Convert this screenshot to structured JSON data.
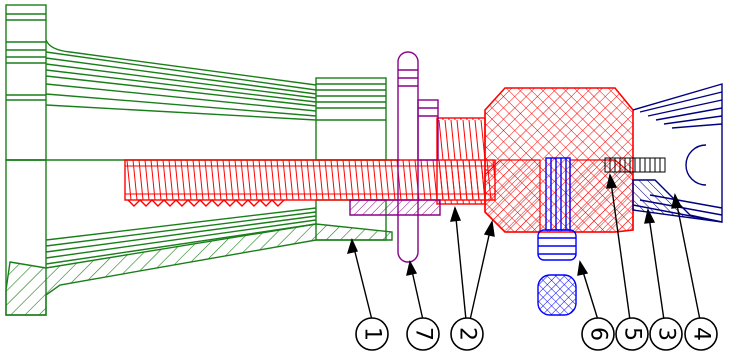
{
  "drawing": {
    "colors": {
      "housing": "#1a7f1a",
      "bolt": "#ff0000",
      "washer": "#8b008b",
      "socket": "#0000ff",
      "fitting": "#000080",
      "leader": "#000000"
    },
    "callouts": [
      {
        "id": "c1",
        "label": "1"
      },
      {
        "id": "c7",
        "label": "7"
      },
      {
        "id": "c2",
        "label": "2"
      },
      {
        "id": "c6",
        "label": "6"
      },
      {
        "id": "c5",
        "label": "5"
      },
      {
        "id": "c3",
        "label": "3"
      },
      {
        "id": "c4",
        "label": "4"
      }
    ]
  }
}
